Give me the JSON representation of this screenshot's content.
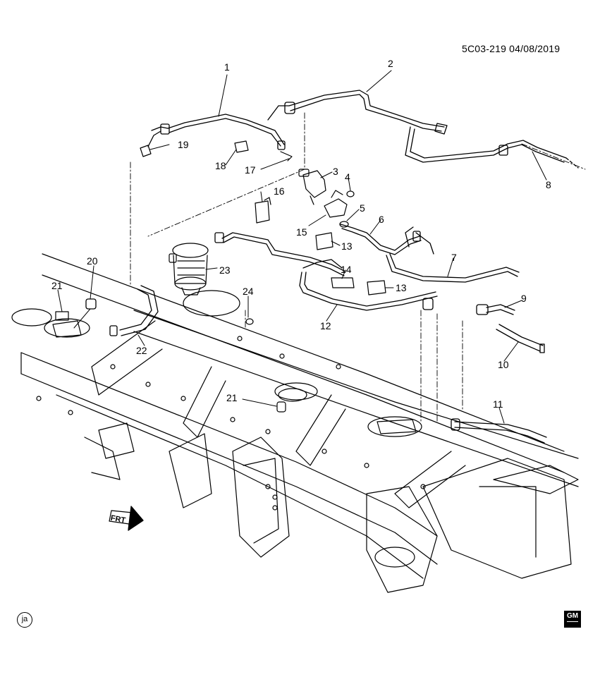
{
  "header": {
    "reference": "5C03-219  04/08/2019"
  },
  "callouts": [
    "1",
    "2",
    "3",
    "4",
    "5",
    "6",
    "7",
    "8",
    "9",
    "10",
    "11",
    "12",
    "13",
    "13",
    "14",
    "15",
    "16",
    "17",
    "18",
    "19",
    "20",
    "21",
    "21",
    "22",
    "23",
    "24"
  ],
  "direction_label": "FRT",
  "footer": {
    "badge": "ja",
    "logo": "GM"
  }
}
